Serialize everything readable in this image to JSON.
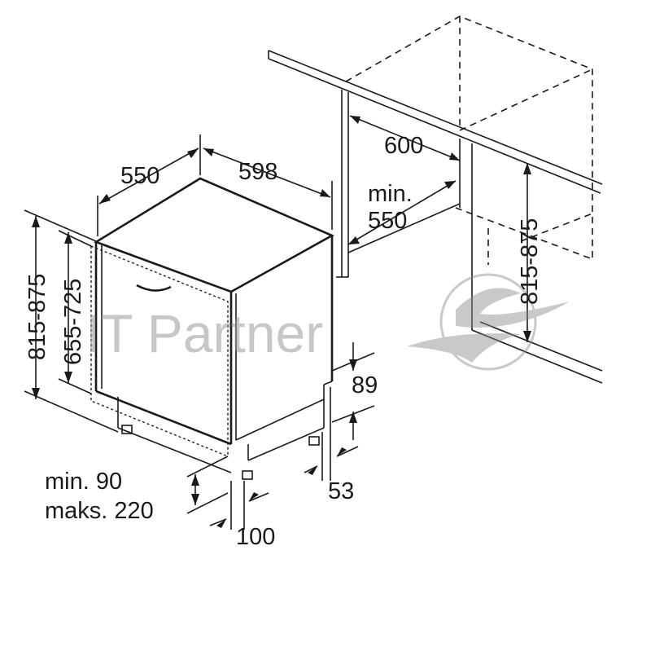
{
  "watermark": {
    "text": "IT Partner",
    "color": "#9a9a9a"
  },
  "dimensions": {
    "depth": "550",
    "width": "598",
    "niche_width": "600",
    "niche_depth_min_label": "min.",
    "niche_depth_min_value": "550",
    "height_range": "815-875",
    "door_height_range": "655-725",
    "niche_height_range": "815-875",
    "plinth_height": "89",
    "plinth_offset": "53",
    "plinth_depth": "100",
    "plinth_min": "min. 90",
    "plinth_max": "maks. 220"
  },
  "colors": {
    "line": "#1a1a1a",
    "background": "#ffffff"
  }
}
